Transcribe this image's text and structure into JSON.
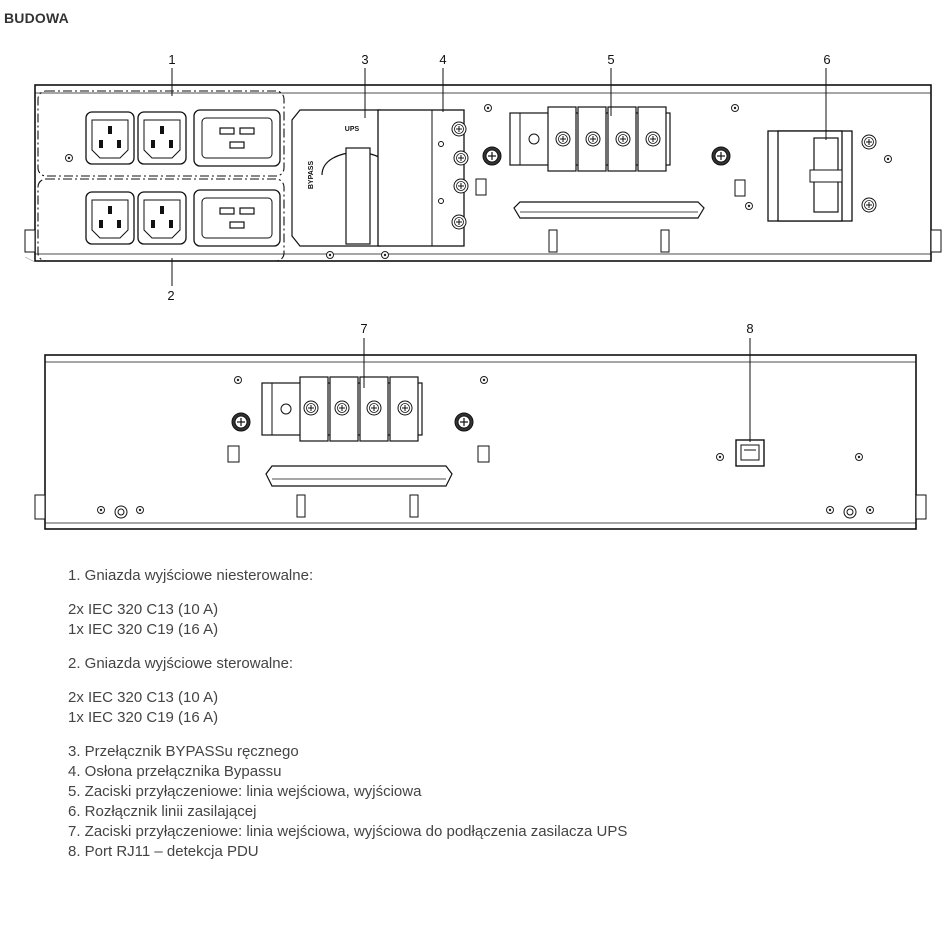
{
  "title": "BUDOWA",
  "callouts": [
    "1",
    "2",
    "3",
    "4",
    "5",
    "6",
    "7",
    "8"
  ],
  "labels": {
    "ups": "UPS",
    "bypass": "BYPASS"
  },
  "legend": {
    "item1": "1. Gniazda wyjściowe niesterowalne:",
    "item1_sub": [
      "2x IEC 320 C13 (10 A)",
      "1x IEC 320 C19 (16 A)"
    ],
    "item2": "2. Gniazda wyjściowe sterowalne:",
    "item2_sub": [
      "2x IEC 320 C13 (10 A)",
      "1x IEC 320 C19 (16 A)"
    ],
    "item3": "3. Przełącznik BYPASSu ręcznego",
    "item4": "4. Osłona przełącznika Bypassu",
    "item5": "5. Zaciski przyłączeniowe: linia wejściowa, wyjściowa",
    "item6": "6. Rozłącznik linii zasilającej",
    "item7": "7. Zaciski przyłączeniowe: linia wejściowa, wyjściowa do podłączenia zasilacza UPS",
    "item8": "8. Port RJ11 – detekcja PDU"
  }
}
